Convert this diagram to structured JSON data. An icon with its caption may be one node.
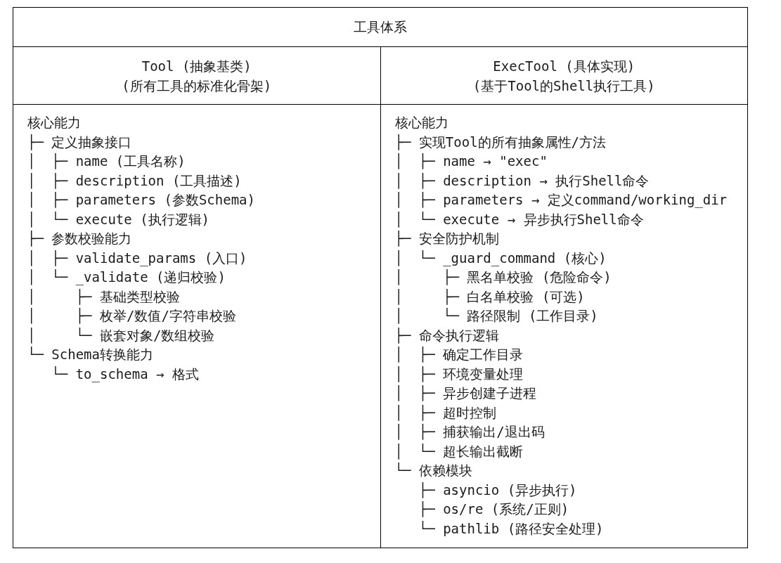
{
  "diagram": {
    "nodes": [
      {
        "text": [
          "工具体系"
        ]
      },
      {
        "text": [
          "Tool (抽象基类)",
          "(所有工具的标准化骨架)"
        ]
      },
      {
        "text": [
          "ExecTool (具体实现)",
          "(基于Tool的Shell执行工具)"
        ]
      },
      {
        "text": [
          "核心能力",
          "├─ 定义抽象接口",
          "│  ├─ name (工具名称)",
          "│  ├─ description (工具描述)",
          "│  ├─ parameters (参数Schema)",
          "│  └─ execute (执行逻辑)",
          "├─ 参数校验能力",
          "│  ├─ validate_params (入口)",
          "│  └─ _validate (递归校验)",
          "│     ├─ 基础类型校验",
          "│     ├─ 枚举/数值/字符串校验",
          "│     └─ 嵌套对象/数组校验",
          "└─ Schema转换能力",
          "   └─ to_schema → 格式"
        ]
      },
      {
        "text": [
          "核心能力",
          "├─ 实现Tool的所有抽象属性/方法",
          "│  ├─ name → \"exec\"",
          "│  ├─ description → 执行Shell命令",
          "│  ├─ parameters → 定义command/working_dir",
          "│  └─ execute → 异步执行Shell命令",
          "├─ 安全防护机制",
          "│  └─ _guard_command (核心)",
          "│     ├─ 黑名单校验 (危险命令)",
          "│     ├─ 白名单校验 (可选)",
          "│     └─ 路径限制 (工作目录)",
          "├─ 命令执行逻辑",
          "│  ├─ 确定工作目录",
          "│  ├─ 环境变量处理",
          "│  ├─ 异步创建子进程",
          "│  ├─ 超时控制",
          "│  ├─ 捕获输出/退出码",
          "│  └─ 超长输出截断",
          "└─ 依赖模块",
          "   ├─ asyncio (异步执行)",
          "   ├─ os/re (系统/正则)",
          "   └─ pathlib (路径安全处理)"
        ]
      }
    ]
  }
}
